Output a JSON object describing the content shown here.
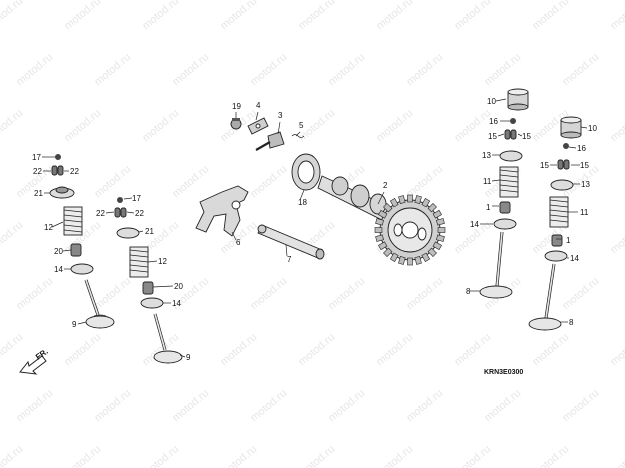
{
  "diagram": {
    "code": "KRN3E0300",
    "direction_label": "FR.",
    "watermark": "motod.ru",
    "colors": {
      "ink": "#222222",
      "paper": "#ffffff",
      "part_fill": "#e6e6e6",
      "part_shade": "#9a9a9a",
      "watermark": "#c8c8c8"
    }
  },
  "callouts": [
    {
      "id": "c1",
      "text": "1"
    },
    {
      "id": "c2",
      "text": "1"
    },
    {
      "id": "c3",
      "text": "2"
    },
    {
      "id": "c4",
      "text": "3"
    },
    {
      "id": "c5",
      "text": "4"
    },
    {
      "id": "c6",
      "text": "5"
    },
    {
      "id": "c7",
      "text": "6"
    },
    {
      "id": "c8",
      "text": "7"
    },
    {
      "id": "c9",
      "text": "8"
    },
    {
      "id": "c10",
      "text": "8"
    },
    {
      "id": "c11",
      "text": "9"
    },
    {
      "id": "c12",
      "text": "9"
    },
    {
      "id": "c13",
      "text": "10"
    },
    {
      "id": "c14",
      "text": "10"
    },
    {
      "id": "c15",
      "text": "11"
    },
    {
      "id": "c16",
      "text": "11"
    },
    {
      "id": "c17",
      "text": "12"
    },
    {
      "id": "c18",
      "text": "12"
    },
    {
      "id": "c19",
      "text": "13"
    },
    {
      "id": "c20",
      "text": "13"
    },
    {
      "id": "c21",
      "text": "14"
    },
    {
      "id": "c22",
      "text": "14"
    },
    {
      "id": "c23",
      "text": "14"
    },
    {
      "id": "c24",
      "text": "14"
    },
    {
      "id": "c25",
      "text": "15"
    },
    {
      "id": "c26",
      "text": "15"
    },
    {
      "id": "c27",
      "text": "15"
    },
    {
      "id": "c28",
      "text": "15"
    },
    {
      "id": "c29",
      "text": "16"
    },
    {
      "id": "c30",
      "text": "16"
    },
    {
      "id": "c31",
      "text": "17"
    },
    {
      "id": "c32",
      "text": "17"
    },
    {
      "id": "c33",
      "text": "18"
    },
    {
      "id": "c34",
      "text": "19"
    },
    {
      "id": "c35",
      "text": "20"
    },
    {
      "id": "c36",
      "text": "20"
    },
    {
      "id": "c37",
      "text": "21"
    },
    {
      "id": "c38",
      "text": "21"
    },
    {
      "id": "c39",
      "text": "22"
    },
    {
      "id": "c40",
      "text": "22"
    },
    {
      "id": "c41",
      "text": "22"
    },
    {
      "id": "c42",
      "text": "22"
    }
  ]
}
